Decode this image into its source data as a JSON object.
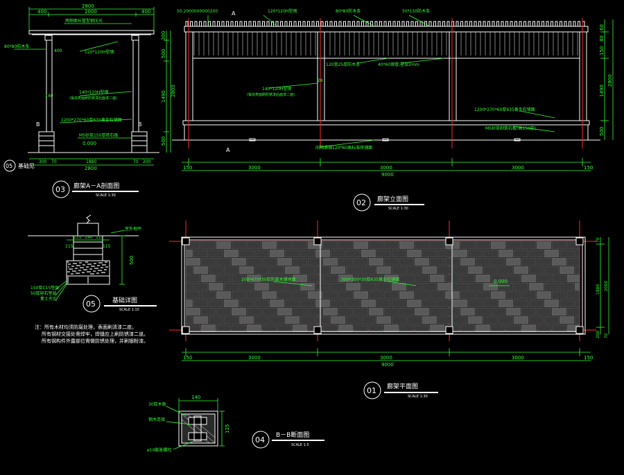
{
  "colors": {
    "background": "#000000",
    "line": "#ffffff",
    "dimension": "#33ff33",
    "axis": "#ff2a2a",
    "tile_dark": "#3a3a3a",
    "tile_light": "#5a5a5a"
  },
  "section_aa": {
    "dim_top_total": "2800",
    "dim_top_parts": [
      "400",
      "2000",
      "400"
    ],
    "callout_beam_cap": "两侧面长管型钢压光",
    "callout_80x80_top": "80*80防木条",
    "callout_400": "400",
    "callout_120h": "120*120H型钢",
    "callout_140h": "140*120H型钢",
    "callout_140h_sub": "(锻造表面刷防锈漆后面漆二遍)",
    "callout_seat": "1200*270*60厚635黄金石铺面",
    "callout_m5": "M5砂浆150厚砖石板",
    "callout_140": "140",
    "dim_right": [
      "300",
      "500",
      "1490",
      "500"
    ],
    "dim_right_total": "2800",
    "elev_mark": "0.000",
    "label_b": "B",
    "dim_bottom": [
      "300",
      "70",
      "1880",
      "70",
      "200"
    ],
    "dim_bottom_total": "2800",
    "ref_callout": "05",
    "ref_text": "基础见"
  },
  "elevation": {
    "top_callouts": [
      "50.2000000000200",
      "120*120H型钢",
      "80*80防木条",
      "50*150防木条"
    ],
    "mid_callouts": [
      "120宽25厚防木条",
      "40*60钢管;壁厚2mm"
    ],
    "callout_140h": "140*120H型钢",
    "callout_140h_sub": "(锻造表面刷防锈漆后面漆二遍)",
    "callout_28": "28",
    "callout_seat": "1200*270*60厚635黄金石铺面",
    "callout_base": "M5砂浆砌筑石板(高150厚)",
    "callout_bottom": "间隔满铺120*60高标准砖铺面",
    "section_mark": "A",
    "dim_right": [
      "60",
      "80",
      "150",
      "1490",
      "500"
    ],
    "dim_right_total": "2800",
    "dim_bottom": [
      "150",
      "3000",
      "3000",
      "3000",
      "150"
    ],
    "dim_bottom_total": "9000"
  },
  "plan": {
    "callout_left": "200*470*30厚防腐木铺地面",
    "callout_mid": "300*300*30厚635黄金石铺面",
    "elev_mark": "0.000",
    "dim_right": [
      "70",
      "1880",
      "200",
      "2000",
      "70"
    ],
    "dim_bottom": [
      "150",
      "3000",
      "3000",
      "3000",
      "150"
    ],
    "dim_bottom_total": "9000"
  },
  "foundation": {
    "callout_top": "室外地坪",
    "dims_top": [
      "115",
      "115",
      "140",
      "115",
      "115"
    ],
    "dim_right": "500",
    "callouts_left": [
      "150厚C15垫层",
      "50厚碎石垫层",
      "素土夯实"
    ]
  },
  "section_bb": {
    "dim_top": "140",
    "dim_right": "125",
    "callouts": [
      "30厚木板",
      "钢木连接",
      "ø10膨胀螺栓"
    ]
  },
  "notes": [
    "注：所有木材均须防腐处理，表面刷清漆二度。",
    "所有钢材交接处需焊牢，焊缝应上刷防锈漆二道。",
    "所有钢构件外露部位需做防锈处理，并刷银粉漆。"
  ],
  "titles": [
    {
      "num": "03",
      "name": "廊架A－A剖面图",
      "scale": "SCALE 1:30"
    },
    {
      "num": "02",
      "name": "廊架立面图",
      "scale": "SCALE 1:30"
    },
    {
      "num": "05",
      "name": "基础详图",
      "scale": "SCALE 1:15"
    },
    {
      "num": "01",
      "name": "廊架平面图",
      "scale": "SCALE 1:30"
    },
    {
      "num": "04",
      "name": "B－B断面图",
      "scale": "SCALE 1:5"
    }
  ]
}
